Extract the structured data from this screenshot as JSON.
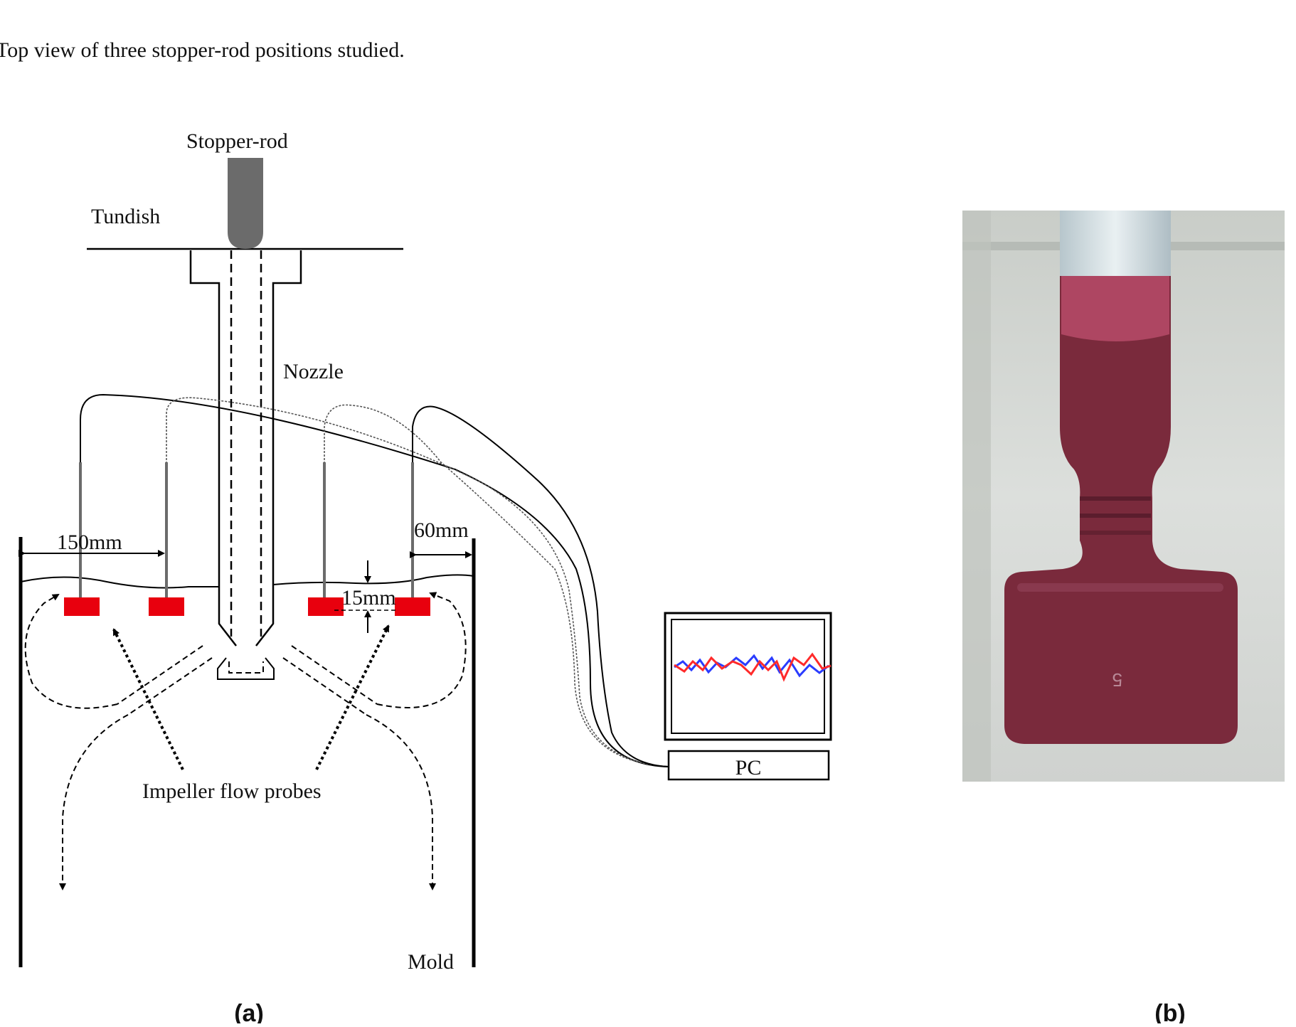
{
  "caption": "Top view of three stopper-rod positions studied.",
  "diagram": {
    "labels": {
      "stopper_rod": "Stopper-rod",
      "tundish": "Tundish",
      "nozzle": "Nozzle",
      "dim_150": "150mm",
      "dim_60": "60mm",
      "dim_15": "15mm",
      "probes": "Impeller flow probes",
      "mold": "Mold",
      "pc": "PC"
    },
    "panel_a": "(a)",
    "panel_b": "(b)",
    "photo_marking": "5",
    "colors": {
      "probe": "#e8000e",
      "signal_red": "#ff2a2a",
      "signal_blue": "#2a3cff",
      "stopper": "#6b6b6b",
      "model_liquid": "#7a2a3c"
    }
  }
}
